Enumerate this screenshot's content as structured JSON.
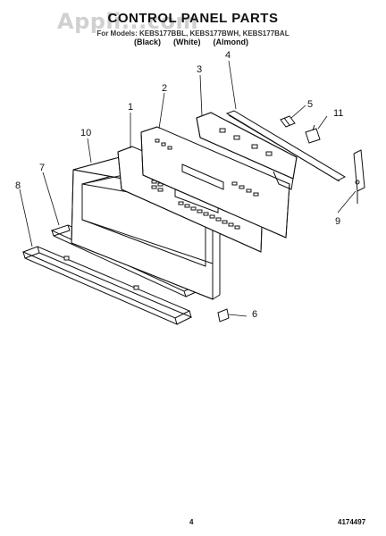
{
  "header": {
    "title": "CONTROL PANEL PARTS",
    "watermark": "Appli...com",
    "models": "For Models: KEBS177BBL, KEBS177BWH, KEBS177BAL",
    "colors": [
      "(Black)",
      "(White)",
      "(Almond)"
    ]
  },
  "callouts": [
    "1",
    "2",
    "3",
    "4",
    "5",
    "6",
    "7",
    "8",
    "9",
    "10",
    "11"
  ],
  "footer": {
    "page_number": "4",
    "doc_number": "4174497"
  }
}
